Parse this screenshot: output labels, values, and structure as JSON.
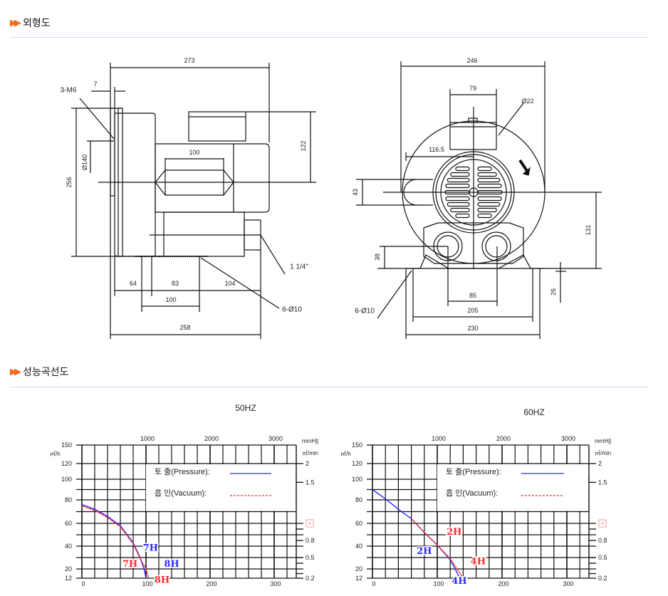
{
  "sections": {
    "outline": {
      "title": "외형도",
      "marker": "»"
    },
    "performance": {
      "title": "성능곡선도",
      "marker": "»"
    }
  },
  "side_view": {
    "dims": {
      "overall_length": "273",
      "flange": "7",
      "thread": "3-M6",
      "dia_140": "Ø140",
      "height": "256",
      "top_height": "122",
      "motor_box": "100",
      "port": "1 1/4\"",
      "mount_holes": "6-Ø10",
      "base_a": "64",
      "base_b": "83",
      "base_c": "104",
      "base_d": "100",
      "base_total": "258"
    }
  },
  "front_view": {
    "dims": {
      "width": "246",
      "box_width": "79",
      "conduit": "Ø22",
      "offset": "116.5",
      "inlet": "43",
      "center_height": "131",
      "port_height": "38",
      "foot": "26",
      "port_spacing": "85",
      "foot_spacing": "205",
      "base_width": "230",
      "mount_holes": "6-Ø10"
    }
  },
  "colors": {
    "accent": "#f26a1b",
    "pressure": "#2a2aff",
    "vacuum": "#ff2a2a"
  },
  "chart_data": [
    {
      "type": "line",
      "title": "50HZ",
      "ylabel": "㎥/h",
      "top_axis_label": "mmH||",
      "right_axis_label": "㎥/min",
      "xlim": [
        0,
        334
      ],
      "ylim": [
        12,
        150
      ],
      "x_ticks": [
        0,
        100,
        200,
        300
      ],
      "y_ticks": [
        150,
        120,
        100,
        80,
        60,
        40,
        20,
        12
      ],
      "top_ticks": [
        1000,
        2000,
        3000
      ],
      "right_ticks": [
        "2",
        "1.5",
        "0.8",
        "0.5",
        "0.2"
      ],
      "legend": {
        "pressure": "토 출(Pressure):",
        "vacuum": "흡 인(Vacuum):",
        "placement": "top-right"
      },
      "series": [
        {
          "name": "Pressure",
          "style": "solid",
          "points": [
            [
              0,
              76
            ],
            [
              20,
              72
            ],
            [
              40,
              66
            ],
            [
              60,
              58
            ],
            [
              80,
              43
            ],
            [
              90,
              31
            ],
            [
              97,
              20
            ],
            [
              100,
              12
            ]
          ]
        },
        {
          "name": "Vacuum",
          "style": "dashed",
          "points": [
            [
              0,
              75
            ],
            [
              20,
              71
            ],
            [
              40,
              65
            ],
            [
              60,
              57
            ],
            [
              80,
              42
            ],
            [
              90,
              30
            ],
            [
              100,
              20
            ],
            [
              104,
              12
            ]
          ]
        }
      ],
      "annotations": [
        {
          "text": "7H",
          "color": "blue",
          "x": 107,
          "y": 36
        },
        {
          "text": "7H",
          "color": "red",
          "x": 75,
          "y": 22
        },
        {
          "text": "8H",
          "color": "blue",
          "x": 140,
          "y": 22
        },
        {
          "text": "8H",
          "color": "red",
          "x": 125,
          "y": 8
        }
      ]
    },
    {
      "type": "line",
      "title": "60HZ",
      "ylabel": "㎥/h",
      "top_axis_label": "mmH||",
      "right_axis_label": "㎥/min",
      "xlim": [
        0,
        334
      ],
      "ylim": [
        12,
        150
      ],
      "x_ticks": [
        0,
        100,
        200,
        300
      ],
      "y_ticks": [
        150,
        120,
        100,
        80,
        60,
        40,
        20,
        12
      ],
      "top_ticks": [
        1000,
        2000,
        3000
      ],
      "right_ticks": [
        "2",
        "1.5",
        "0.8",
        "0.5",
        "0.2"
      ],
      "legend": {
        "pressure": "토 출(Pressure):",
        "vacuum": "흡 인(Vacuum):",
        "placement": "top-right"
      },
      "series": [
        {
          "name": "Pressure",
          "style": "solid",
          "points": [
            [
              0,
              90
            ],
            [
              20,
              81
            ],
            [
              40,
              72
            ],
            [
              60,
              64
            ],
            [
              80,
              52
            ],
            [
              100,
              41
            ],
            [
              120,
              28
            ],
            [
              135,
              12
            ]
          ]
        },
        {
          "name": "Vacuum",
          "style": "dashed",
          "points": [
            [
              60,
              64
            ],
            [
              80,
              52
            ],
            [
              100,
              41
            ],
            [
              120,
              29
            ],
            [
              140,
              12
            ]
          ]
        }
      ],
      "annotations": [
        {
          "text": "2H",
          "color": "red",
          "x": 126,
          "y": 50
        },
        {
          "text": "2H",
          "color": "blue",
          "x": 80,
          "y": 33
        },
        {
          "text": "4H",
          "color": "red",
          "x": 163,
          "y": 24
        },
        {
          "text": "4H",
          "color": "blue",
          "x": 134,
          "y": 7
        }
      ]
    }
  ]
}
